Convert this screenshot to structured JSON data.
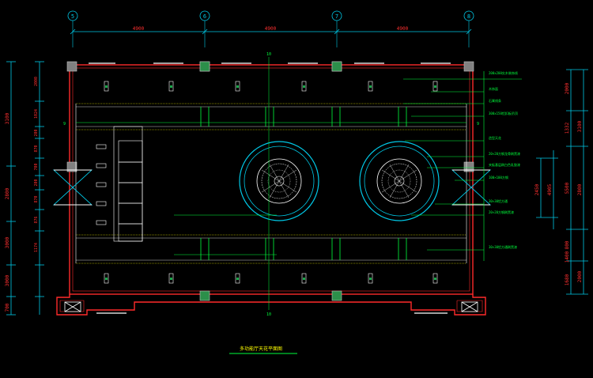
{
  "colors": {
    "background": "#000000",
    "wall": "#ff2a2a",
    "dimension": "#00c8e6",
    "dimension_text": "#ff3030",
    "grid_line": "#00c8e6",
    "fixture": "#ffffff",
    "leader": "#00ff3c",
    "beam": "#00ff3c",
    "yellow_line": "#ffff00",
    "column": "#a0a0a0",
    "title_text": "#ffff00"
  },
  "grid_axes": [
    {
      "id": "axis-5",
      "label": "5"
    },
    {
      "id": "axis-6",
      "label": "6"
    },
    {
      "id": "axis-7",
      "label": "7"
    },
    {
      "id": "axis-8",
      "label": "8"
    }
  ],
  "top_dimensions": [
    "4900",
    "4900",
    "4900"
  ],
  "left_dimensions": {
    "outer": [
      "3100",
      "2800",
      "3000",
      "3000",
      "700"
    ],
    "inner": [
      "2000",
      "1024",
      "200",
      "870",
      "700",
      "200",
      "870",
      "876",
      "1174"
    ]
  },
  "right_dimensions": {
    "outer": [
      "2000",
      "1332",
      "2450",
      "4905",
      "5500",
      "800",
      "1400",
      "1680",
      "2000"
    ],
    "red": [
      "3100",
      "2800"
    ]
  },
  "annotation_labels": [
    "200x200实木装饰线",
    "木饰面",
    "石膏线条",
    "300x150铝扣板吊顶",
    "造型天花",
    "20×20方钢龙骨刷黑漆",
    "夹板基层刷白色乳胶漆",
    "100×100方钢",
    "30×30铝方通",
    "20×20方钢刷黑漆",
    "30×30铝方通刷黑漆"
  ],
  "center_marks": [
    "10",
    "10",
    "9",
    "9"
  ],
  "title": "多功能厅天花平面图"
}
